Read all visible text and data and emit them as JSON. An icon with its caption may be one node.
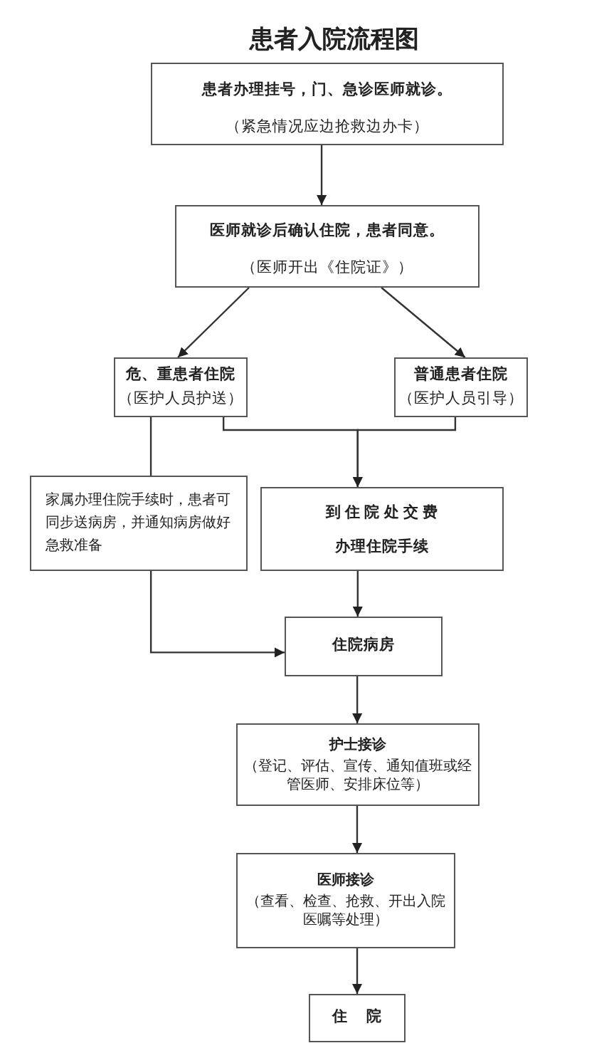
{
  "diagram": {
    "title": "患者入院流程图",
    "nodes": [
      {
        "text": [
          "患者办理挂号，门、急诊医师就诊。",
          "（紧急情况应边抢救边办卡）"
        ]
      },
      {
        "text": [
          "医师就诊后确认住院，患者同意。",
          "（医师开出《住院证》）"
        ]
      },
      {
        "text": [
          "危、重患者住院",
          "（医护人员护送）"
        ]
      },
      {
        "text": [
          "普通患者住院",
          "（医护人员引导）"
        ]
      },
      {
        "text": [
          "家属办理住院手续时，患者可同步送病房，并通知病房做好急救准备"
        ]
      },
      {
        "text": [
          "到 住 院 处 交 费",
          "办理住院手续"
        ]
      },
      {
        "text": [
          "住院病房"
        ]
      },
      {
        "text": [
          "护士接诊",
          "（登记、评估、宣传、通知值班或经管医师、安排床位等）"
        ]
      },
      {
        "text": [
          "医师接诊",
          "（查看、检查、抢救、开出入院医嘱等处理）"
        ]
      },
      {
        "text": [
          "住 院"
        ]
      }
    ],
    "edges": [
      {
        "from": 0,
        "to": 1,
        "arrow": "to"
      },
      {
        "from": 1,
        "to": 2,
        "arrow": "to"
      },
      {
        "from": 1,
        "to": 3,
        "arrow": "to"
      },
      {
        "from": 2,
        "to": 5,
        "arrow": "to"
      },
      {
        "from": 3,
        "to": 5,
        "arrow": "to"
      },
      {
        "from": 2,
        "to": 4,
        "arrow": "none"
      },
      {
        "from": 5,
        "to": 6,
        "arrow": "to"
      },
      {
        "from": 4,
        "to": 6,
        "arrow": "to"
      },
      {
        "from": 6,
        "to": 7,
        "arrow": "to"
      },
      {
        "from": 7,
        "to": 8,
        "arrow": "to"
      },
      {
        "from": 8,
        "to": 9,
        "arrow": "to"
      }
    ]
  }
}
